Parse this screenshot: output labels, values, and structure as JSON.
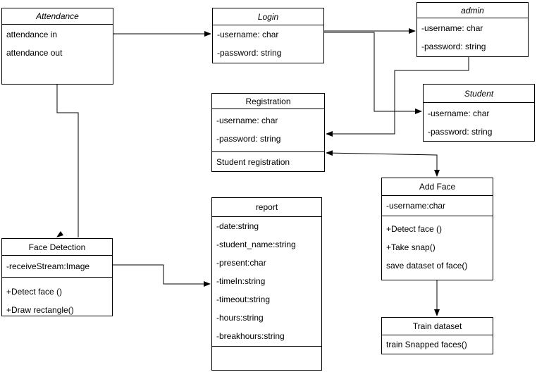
{
  "diagram": {
    "type": "uml-class-diagram",
    "colors": {
      "line": "#000000",
      "background": "#ffffff",
      "box_fill": "#ffffff"
    },
    "classes": [
      {
        "name": "Attendance",
        "italic": true,
        "attributes": [
          "attendance in",
          "attendance out"
        ],
        "methods": []
      },
      {
        "name": "Login",
        "italic": true,
        "attributes": [
          "-username: char",
          "-password: string"
        ],
        "methods": []
      },
      {
        "name": "admin",
        "italic": true,
        "attributes": [
          "-username: char",
          "-password: string"
        ],
        "methods": []
      },
      {
        "name": "Registration",
        "italic": false,
        "attributes": [
          "-username: char",
          "-password: string"
        ],
        "methods": [
          "Student registration"
        ]
      },
      {
        "name": "Student",
        "italic": true,
        "attributes": [
          "-username: char",
          "-password: string"
        ],
        "methods": []
      },
      {
        "name": "Add Face",
        "italic": false,
        "attributes": [
          "-username:char"
        ],
        "methods": [
          "+Detect face ()",
          "+Take snap()",
          "save dataset of face()"
        ]
      },
      {
        "name": "Train dataset",
        "italic": false,
        "attributes": [],
        "methods": [
          "train Snapped faces()"
        ]
      },
      {
        "name": "Face Detection",
        "italic": false,
        "attributes": [
          "-receiveStream:Image"
        ],
        "methods": [
          "+Detect face ()",
          "+Draw rectangle()"
        ]
      },
      {
        "name": "report",
        "italic": false,
        "attributes": [
          "-date:string",
          "-student_name:string",
          "-present:char",
          "-timeIn:string",
          "-timeout:string",
          "-hours:string",
          "-breakhours:string"
        ],
        "methods": [],
        "has_empty_section": true
      }
    ],
    "relationships": [
      {
        "from": "Attendance",
        "to": "Login",
        "style": "arrow"
      },
      {
        "from": "Login",
        "to": "admin",
        "style": "arrow"
      },
      {
        "from": "Login",
        "to": "Student",
        "style": "arrow"
      },
      {
        "from": "admin",
        "to": "Registration",
        "style": "arrow"
      },
      {
        "from": "Registration",
        "to": "Add Face",
        "style": "double-arrow"
      },
      {
        "from": "Add Face",
        "to": "Train dataset",
        "style": "arrow"
      },
      {
        "from": "Attendance",
        "to": "Face Detection",
        "style": "arrow"
      },
      {
        "from": "Face Detection",
        "to": "report",
        "style": "arrow"
      }
    ]
  }
}
